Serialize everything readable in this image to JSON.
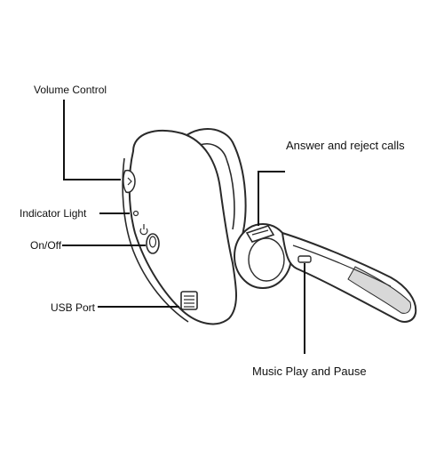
{
  "labels": {
    "volume_control": "Volume Control",
    "answer_reject": "Answer and reject calls",
    "indicator_light": "Indicator Light",
    "on_off": "On/Off",
    "usb_port": "USB Port",
    "music_play_pause": "Music Play and Pause"
  },
  "colors": {
    "outline": "#2a2a2a",
    "leader": "#111111",
    "mic_shade": "#d8d8d8",
    "background": "#ffffff"
  }
}
